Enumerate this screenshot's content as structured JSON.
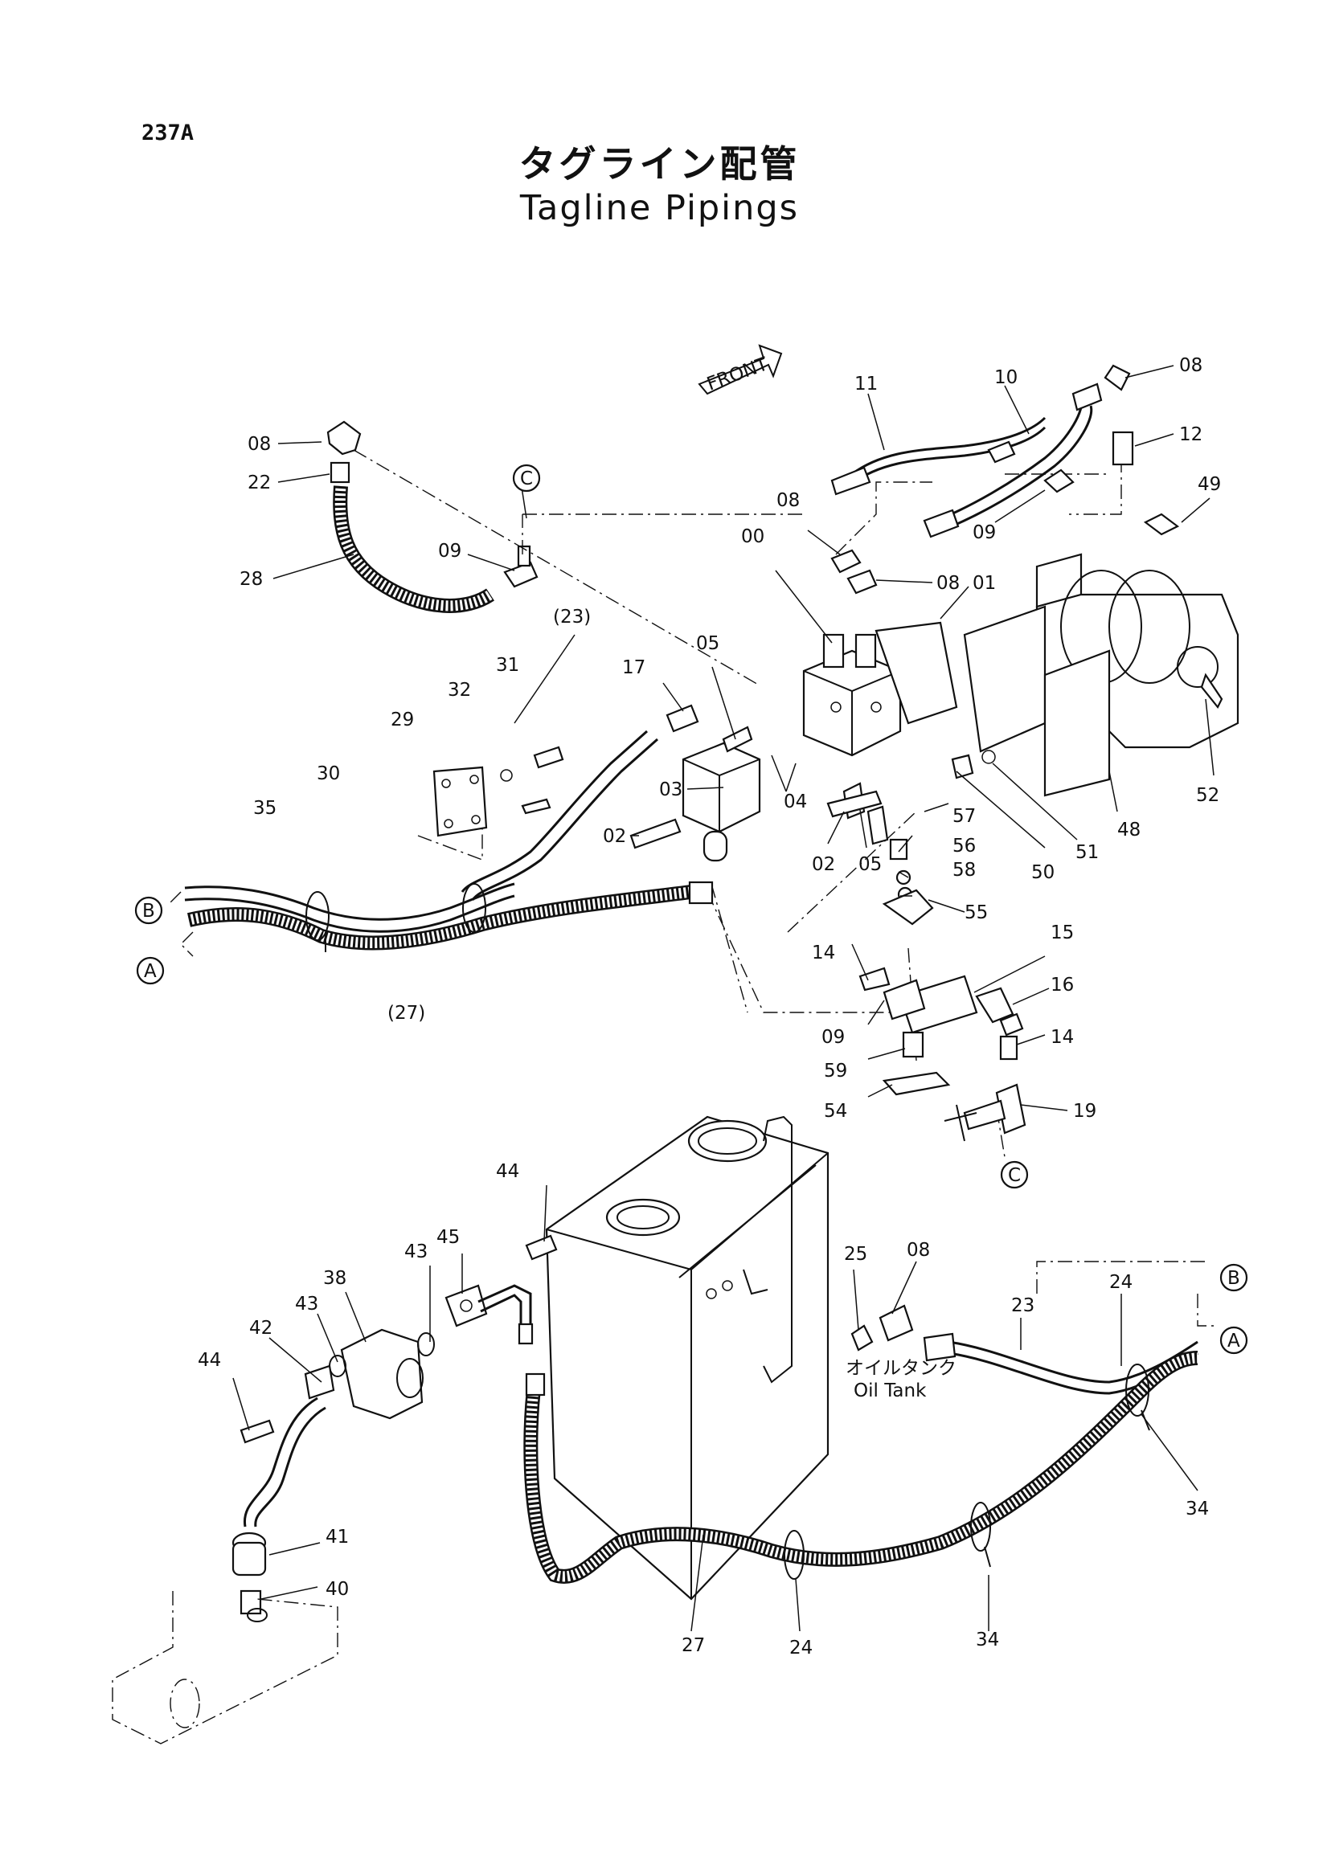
{
  "page_number": "237A",
  "title_jp": "タグライン配管",
  "title_en": "Tagline Pipings",
  "front_label": "FRONT",
  "oil_tank_jp": "オイルタンク",
  "oil_tank_en": "Oil Tank",
  "callouts": {
    "c_08a": "08",
    "c_22": "22",
    "c_28": "28",
    "c_09a": "09",
    "c_23p": "(23)",
    "c_31": "31",
    "c_32": "32",
    "c_29": "29",
    "c_30": "30",
    "c_35": "35",
    "c_27p": "(27)",
    "c_17": "17",
    "c_05a": "05",
    "c_00": "00",
    "c_08b": "08",
    "c_08c": "08",
    "c_01": "01",
    "c_11": "11",
    "c_10": "10",
    "c_08d": "08",
    "c_12": "12",
    "c_09b": "09",
    "c_49": "49",
    "c_52": "52",
    "c_48": "48",
    "c_51": "51",
    "c_50": "50",
    "c_03": "03",
    "c_04": "04",
    "c_02a": "02",
    "c_02b": "02",
    "c_05b": "05",
    "c_57": "57",
    "c_56": "56",
    "c_58": "58",
    "c_55": "55",
    "c_14a": "14",
    "c_15": "15",
    "c_16": "16",
    "c_09c": "09",
    "c_14b": "14",
    "c_59": "59",
    "c_54": "54",
    "c_19": "19",
    "c_44a": "44",
    "c_45": "45",
    "c_43a": "43",
    "c_38": "38",
    "c_43b": "43",
    "c_42": "42",
    "c_44b": "44",
    "c_41": "41",
    "c_40": "40",
    "c_25": "25",
    "c_08e": "08",
    "c_23": "23",
    "c_24a": "24",
    "c_34a": "34",
    "c_27": "27",
    "c_24b": "24",
    "c_34b": "34"
  },
  "connectors": {
    "A1": "A",
    "B1": "B",
    "C1": "C",
    "A2": "A",
    "B2": "B",
    "C2": "C"
  }
}
